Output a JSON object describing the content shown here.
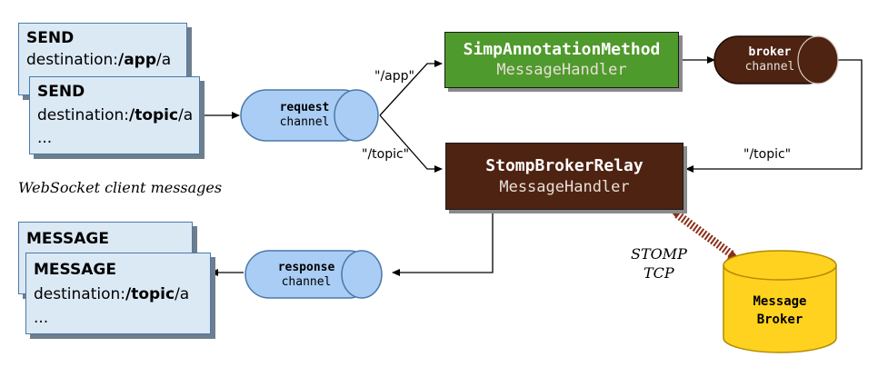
{
  "clients": {
    "caption": "WebSocket client messages",
    "send_back": {
      "command": "SEND",
      "dest_prefix": "destination:",
      "dest_bold": "/app",
      "dest_suffix": "/a"
    },
    "send_front": {
      "command": "SEND",
      "dest_prefix": "destination:",
      "dest_bold": "/topic",
      "dest_suffix": "/a",
      "more": "..."
    },
    "message_back": {
      "command": "MESSAGE"
    },
    "message_front": {
      "command": "MESSAGE",
      "dest_prefix": "destination:",
      "dest_bold": "/topic",
      "dest_suffix": "/a",
      "more": "..."
    }
  },
  "channels": {
    "request": {
      "name": "request",
      "type": "channel"
    },
    "response": {
      "name": "response",
      "type": "channel"
    },
    "broker": {
      "name": "broker",
      "type": "channel"
    }
  },
  "handlers": {
    "annotation": {
      "line1": "SimpAnnotationMethod",
      "line2": "MessageHandler"
    },
    "relay": {
      "line1": "StompBrokerRelay",
      "line2": "MessageHandler"
    }
  },
  "edges": {
    "app": "\"/app\"",
    "topic_left": "\"/topic\"",
    "topic_right": "\"/topic\"",
    "stomp": "STOMP",
    "tcp": "TCP"
  },
  "broker_db": {
    "line1": "Message",
    "line2": "Broker"
  },
  "colors": {
    "card_fill": "#dbe9f5",
    "pill_fill": "#a9cdf5",
    "annotation_fill": "#4f9a2c",
    "relay_fill": "#4e2312",
    "broker_channel_fill": "#4e2312",
    "db_fill": "#ffd21f"
  }
}
